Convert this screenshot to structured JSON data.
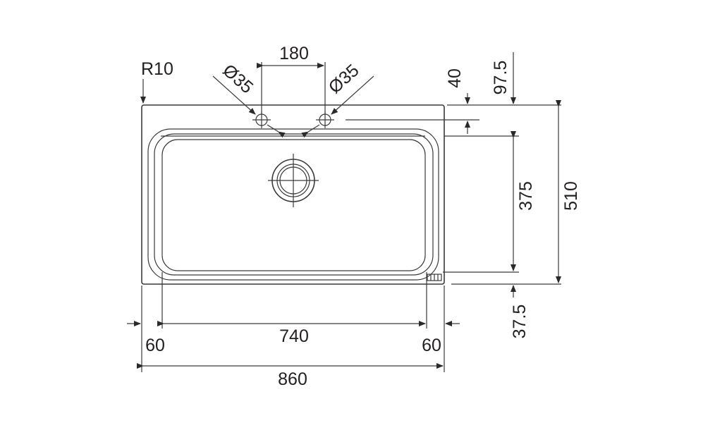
{
  "labels": {
    "radius": "R10",
    "top_spacing": "180",
    "hole_left": "Ø35",
    "hole_right": "Ø35",
    "right_40": "40",
    "right_97_5": "97.5",
    "bowl_depth": "375",
    "overall_depth": "510",
    "bottom_37_5": "37.5",
    "left_margin": "60",
    "bowl_width": "740",
    "right_margin": "60",
    "overall_width": "860"
  },
  "colors": {
    "line": "#3a3a3a",
    "text": "#231f20",
    "background": "#ffffff"
  }
}
